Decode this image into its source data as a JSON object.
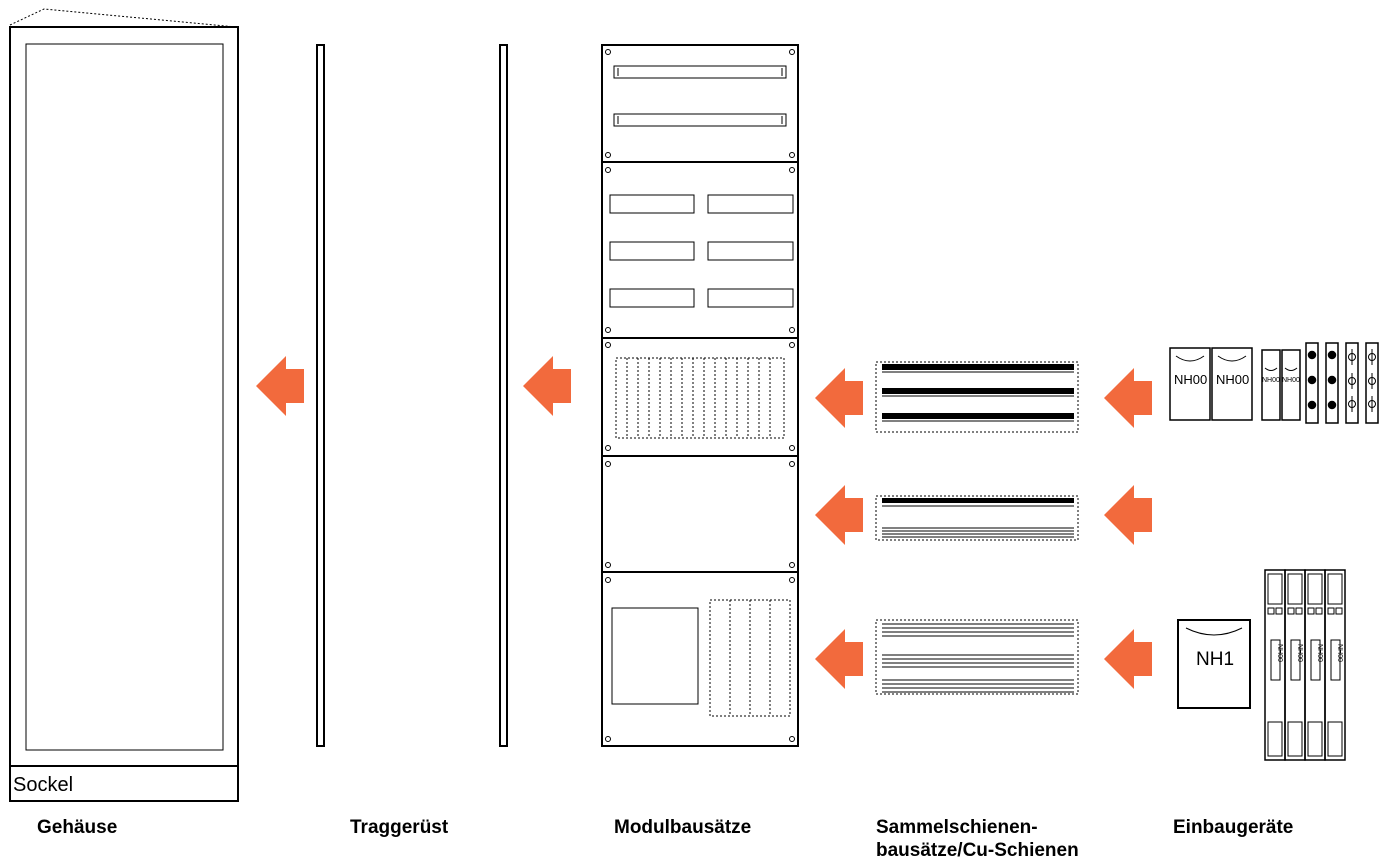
{
  "captions": {
    "housing": "Gehäuse",
    "support_frame": "Traggerüst",
    "module_kits": "Modulbausätze",
    "busbar_kits_line1": "Sammelschienen-",
    "busbar_kits_line2": "bausätze/Cu-Schienen",
    "installation_devices": "Einbaugeräte"
  },
  "labels": {
    "plinth": "Sockel",
    "fuse_nh00": "NH00",
    "fuse_nh1": "NH1"
  },
  "colors": {
    "arrow": "#f26a3d",
    "line": "#000000"
  },
  "icons": {
    "arrow": "arrow-left-icon"
  }
}
